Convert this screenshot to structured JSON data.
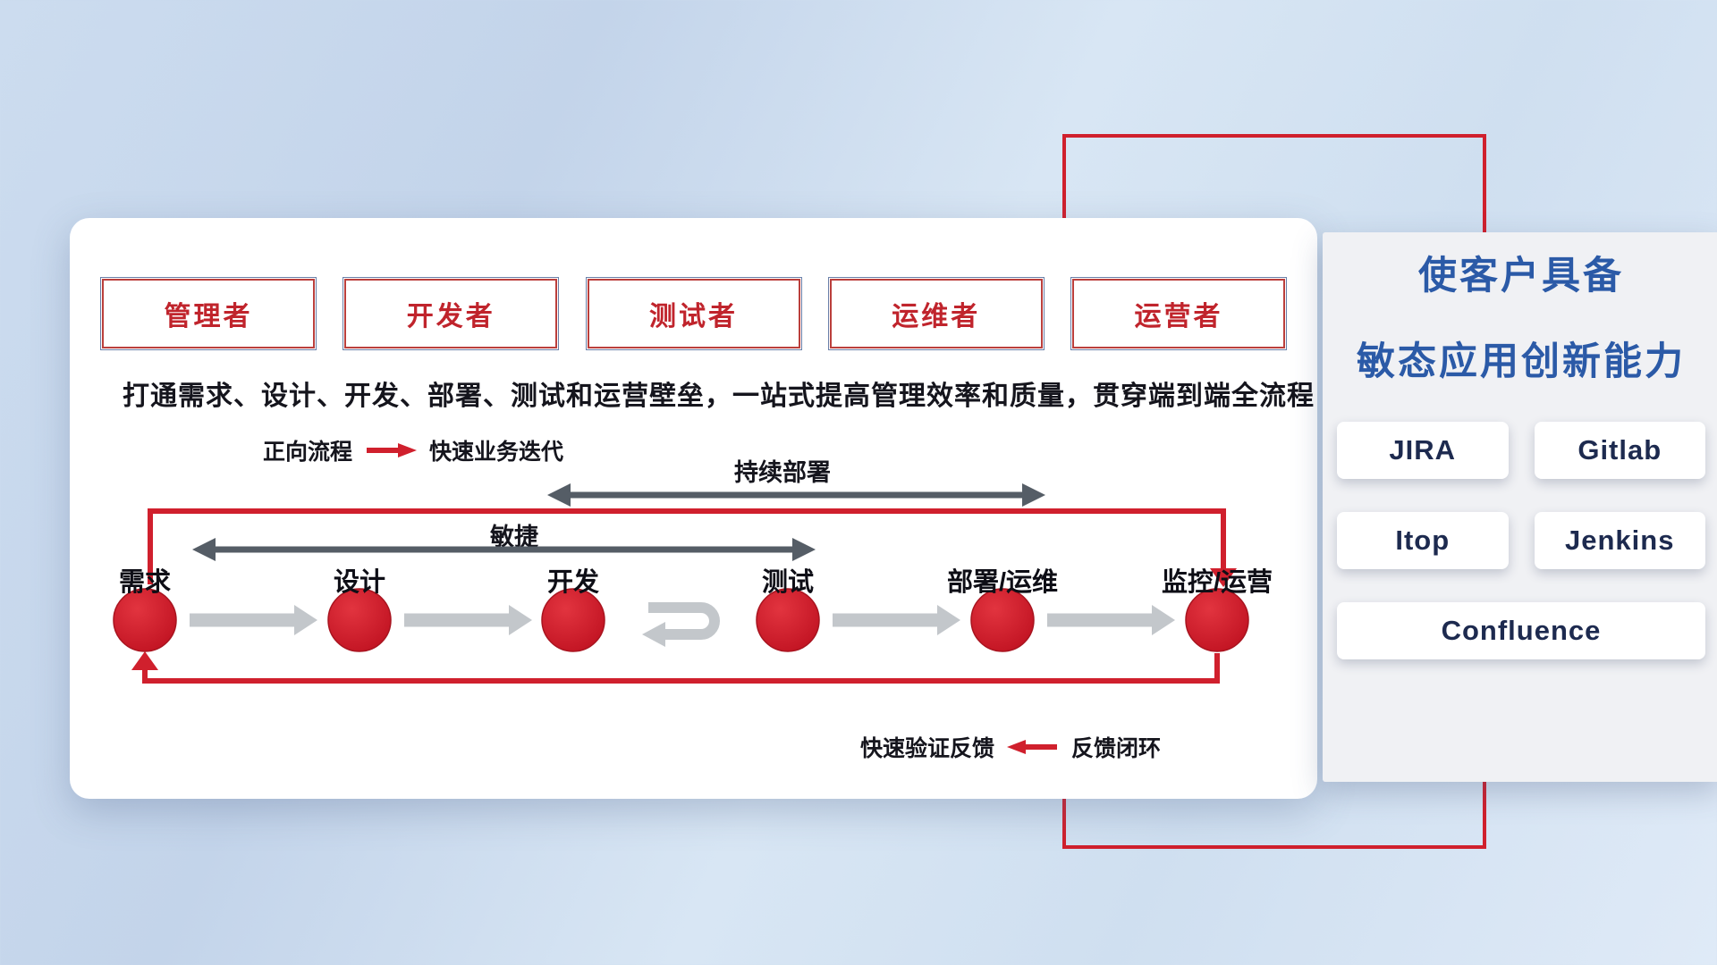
{
  "colors": {
    "accent_red": "#d0202d",
    "role_text_red": "#c0242c",
    "panel_title_blue": "#2b5aa7",
    "tool_text_navy": "#1d2a4f",
    "dark_arrow_gray": "#555d66",
    "light_arrow_gray": "#c3c7cb"
  },
  "roles": [
    "管理者",
    "开发者",
    "测试者",
    "运维者",
    "运营者"
  ],
  "description": "打通需求、设计、开发、部署、测试和运营壁垒，一站式提高管理效率和质量，贯穿端到端全流程",
  "forward_legend": {
    "label": "正向流程",
    "value": "快速业务迭代"
  },
  "feedback_legend": {
    "label": "快速验证反馈",
    "value": "反馈闭环"
  },
  "flow": {
    "cd_label": "持续部署",
    "agile_label": "敏捷",
    "stages": [
      "需求",
      "设计",
      "开发",
      "测试",
      "部署/运维",
      "监控/运营"
    ]
  },
  "panel": {
    "title_line1": "使客户具备",
    "title_line2": "敏态应用创新能力",
    "tools": [
      "JIRA",
      "Gitlab",
      "Itop",
      "Jenkins",
      "Confluence"
    ]
  }
}
